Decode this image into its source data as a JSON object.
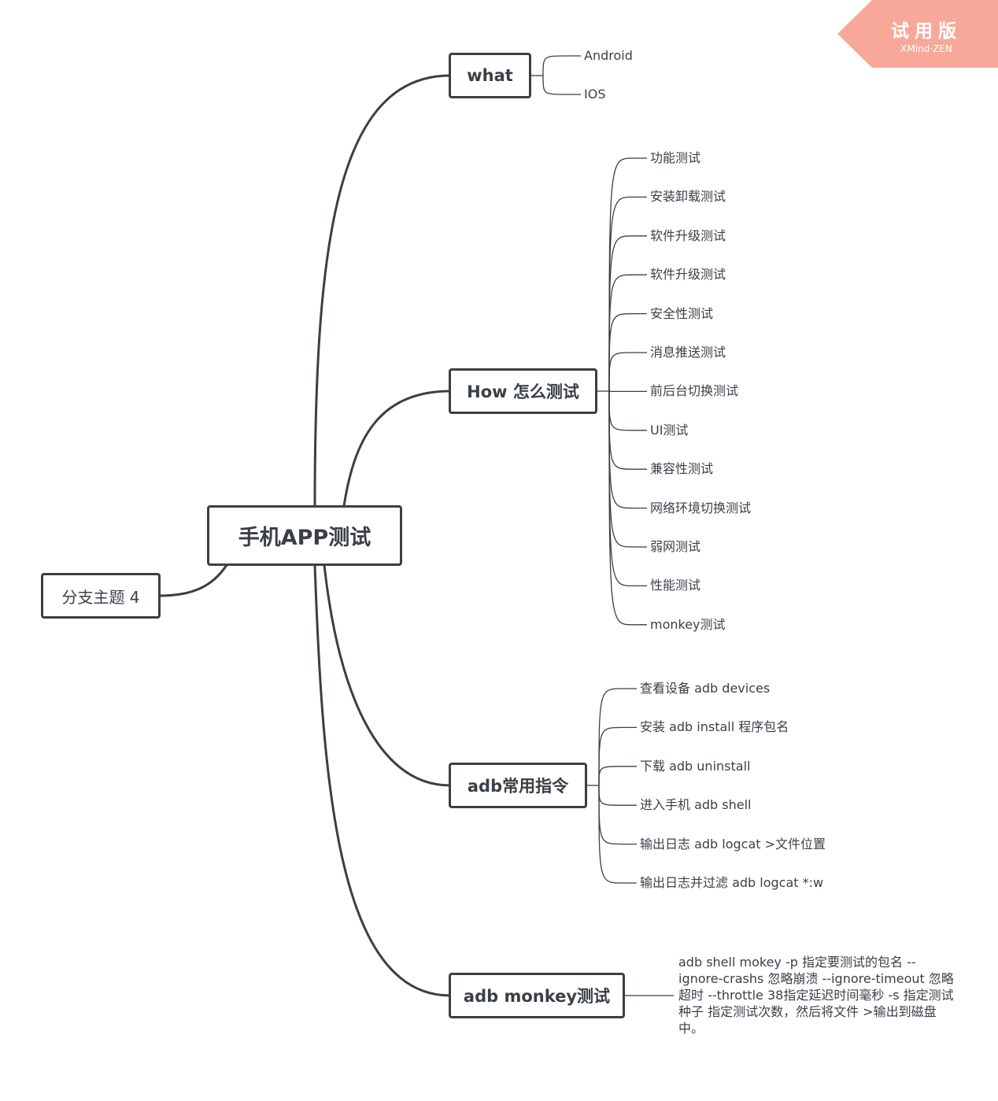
{
  "central": "手机APP测试",
  "floating": "分支主题 4",
  "branches": {
    "what": {
      "label": "what",
      "children": [
        "Android",
        "IOS"
      ]
    },
    "how": {
      "label": "How 怎么测试",
      "children": [
        "功能测试",
        "安装卸载测试",
        "软件升级测试",
        "软件升级测试",
        "安全性测试",
        "消息推送测试",
        "前后台切换测试",
        "UI测试",
        "兼容性测试",
        "网络环境切换测试",
        "弱网测试",
        "性能测试",
        "monkey测试"
      ]
    },
    "adb": {
      "label": "adb常用指令",
      "children": [
        "查看设备 adb devices",
        "安装 adb install 程序包名",
        "下载 adb uninstall",
        "进入手机 adb shell",
        "输出日志 adb logcat >文件位置",
        "输出日志并过滤 adb logcat *:w"
      ]
    },
    "monkey": {
      "label": "adb monkey测试",
      "note": " adb shell mokey -p 指定要测试的包名 --ignore-crashs 忽略崩溃 --ignore-timeout 忽略超时 --throttle 38指定延迟时间毫秒 -s 指定测试种子 指定测试次数，然后将文件 >输出到磁盘中。"
    }
  },
  "watermark": {
    "title": "试用版",
    "subtitle": "XMind·ZEN",
    "color": "#f7a899"
  },
  "colors": {
    "line": "#3a3f47",
    "text": "#3a3f47"
  }
}
